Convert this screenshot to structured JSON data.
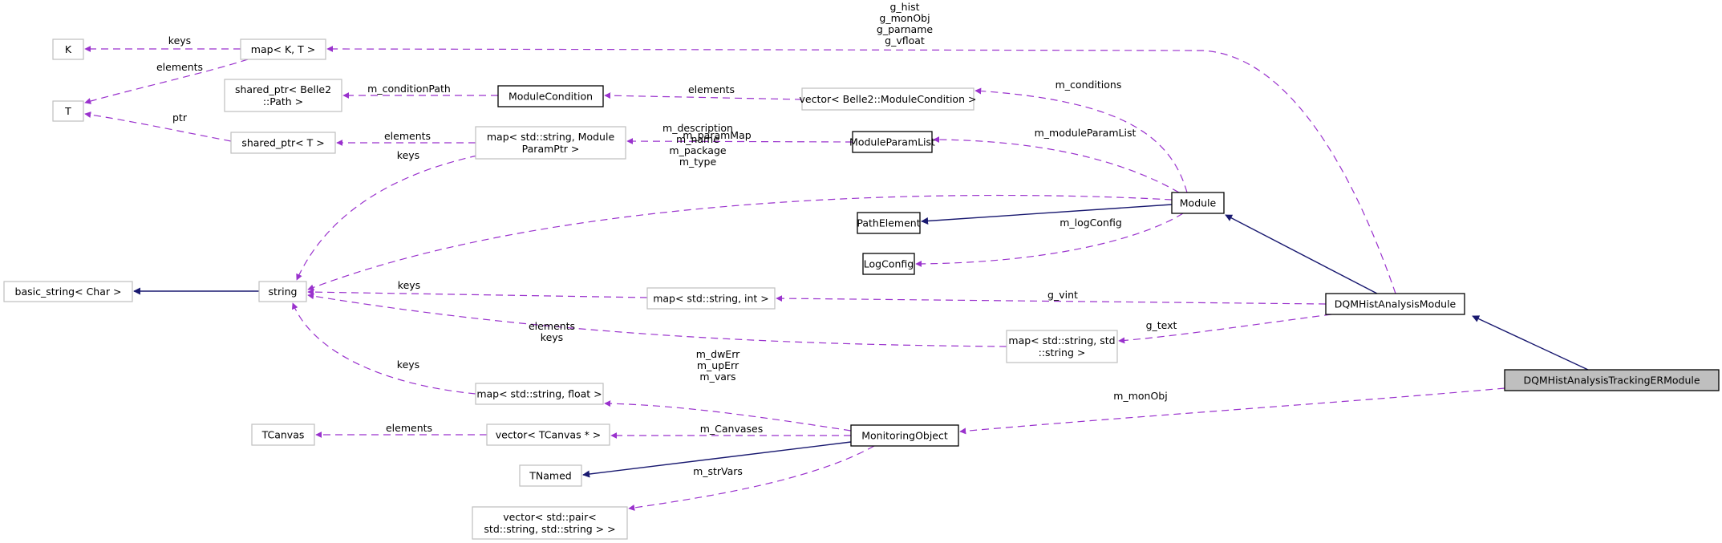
{
  "diagram": {
    "title": "Collaboration diagram for DQMHistAnalysisTrackingERModule",
    "colors": {
      "usage_edge": "#9a32cd",
      "inheritance_edge": "#191970",
      "focus_fill": "#bfbfbf",
      "documented_border": "#000000",
      "undocumented_border": "#bfbfbf"
    },
    "nodes": [
      {
        "id": "K",
        "lines": [
          "K"
        ],
        "style": "plain"
      },
      {
        "id": "T",
        "lines": [
          "T"
        ],
        "style": "plain"
      },
      {
        "id": "mapKT",
        "lines": [
          "map< K, T >"
        ],
        "style": "plain"
      },
      {
        "id": "sharedPath",
        "lines": [
          "shared_ptr< Belle2",
          "::Path >"
        ],
        "style": "plain"
      },
      {
        "id": "sharedT",
        "lines": [
          "shared_ptr< T >"
        ],
        "style": "plain"
      },
      {
        "id": "ModuleCondition",
        "lines": [
          "ModuleCondition"
        ],
        "style": "documented"
      },
      {
        "id": "mapParam",
        "lines": [
          "map< std::string, Module",
          "ParamPtr >"
        ],
        "style": "plain"
      },
      {
        "id": "vecCond",
        "lines": [
          "vector< Belle2::ModuleCondition >"
        ],
        "style": "plain"
      },
      {
        "id": "ModuleParamList",
        "lines": [
          "ModuleParamList"
        ],
        "style": "documented"
      },
      {
        "id": "Module",
        "lines": [
          "Module"
        ],
        "style": "documented"
      },
      {
        "id": "PathElement",
        "lines": [
          "PathElement"
        ],
        "style": "documented"
      },
      {
        "id": "LogConfig",
        "lines": [
          "LogConfig"
        ],
        "style": "documented"
      },
      {
        "id": "basicString",
        "lines": [
          "basic_string< Char >"
        ],
        "style": "plain"
      },
      {
        "id": "string",
        "lines": [
          "string"
        ],
        "style": "plain"
      },
      {
        "id": "mapInt",
        "lines": [
          "map< std::string, int >"
        ],
        "style": "plain"
      },
      {
        "id": "DQMHistAnalysisModule",
        "lines": [
          "DQMHistAnalysisModule"
        ],
        "style": "documented"
      },
      {
        "id": "mapStr",
        "lines": [
          "map< std::string, std",
          "::string >"
        ],
        "style": "plain"
      },
      {
        "id": "TrackingER",
        "lines": [
          "DQMHistAnalysisTrackingERModule"
        ],
        "style": "focus"
      },
      {
        "id": "mapFloat",
        "lines": [
          "map< std::string, float >"
        ],
        "style": "plain"
      },
      {
        "id": "TCanvas",
        "lines": [
          "TCanvas"
        ],
        "style": "plain"
      },
      {
        "id": "vecCanvas",
        "lines": [
          "vector< TCanvas * >"
        ],
        "style": "plain"
      },
      {
        "id": "MonitoringObject",
        "lines": [
          "MonitoringObject"
        ],
        "style": "documented"
      },
      {
        "id": "TNamed",
        "lines": [
          "TNamed"
        ],
        "style": "plain"
      },
      {
        "id": "vecPair",
        "lines": [
          "vector< std::pair<",
          "std::string, std::string > >"
        ],
        "style": "plain"
      }
    ],
    "edges": [
      {
        "from": "mapKT",
        "to": "K",
        "type": "usage",
        "label": [
          "keys"
        ]
      },
      {
        "from": "mapKT",
        "to": "T",
        "type": "usage",
        "label": [
          "elements"
        ]
      },
      {
        "from": "sharedT",
        "to": "T",
        "type": "usage",
        "label": [
          "ptr"
        ]
      },
      {
        "from": "ModuleCondition",
        "to": "sharedPath",
        "type": "usage",
        "label": [
          "m_conditionPath"
        ]
      },
      {
        "from": "mapParam",
        "to": "sharedT",
        "type": "usage",
        "label": [
          "elements"
        ]
      },
      {
        "from": "mapParam",
        "to": "string",
        "type": "usage",
        "label": [
          "keys"
        ]
      },
      {
        "from": "vecCond",
        "to": "ModuleCondition",
        "type": "usage",
        "label": [
          "elements"
        ]
      },
      {
        "from": "ModuleParamList",
        "to": "mapParam",
        "type": "usage",
        "label": [
          "m_paramMap"
        ]
      },
      {
        "from": "Module",
        "to": "vecCond",
        "type": "usage",
        "label": [
          "m_conditions"
        ]
      },
      {
        "from": "Module",
        "to": "ModuleParamList",
        "type": "usage",
        "label": [
          "m_moduleParamList"
        ]
      },
      {
        "from": "Module",
        "to": "string",
        "type": "usage",
        "label": [
          "m_description",
          "m_name",
          "m_package",
          "m_type"
        ]
      },
      {
        "from": "Module",
        "to": "PathElement",
        "type": "inheritance",
        "label": []
      },
      {
        "from": "Module",
        "to": "LogConfig",
        "type": "usage",
        "label": [
          "m_logConfig"
        ]
      },
      {
        "from": "DQMHistAnalysisModule",
        "to": "mapKT",
        "type": "usage",
        "label": [
          "g_hist",
          "g_monObj",
          "g_parname",
          "g_vfloat"
        ]
      },
      {
        "from": "DQMHistAnalysisModule",
        "to": "Module",
        "type": "inheritance",
        "label": []
      },
      {
        "from": "DQMHistAnalysisModule",
        "to": "mapInt",
        "type": "usage",
        "label": [
          "g_vint"
        ]
      },
      {
        "from": "DQMHistAnalysisModule",
        "to": "mapStr",
        "type": "usage",
        "label": [
          "g_text"
        ]
      },
      {
        "from": "string",
        "to": "basicString",
        "type": "inheritance",
        "label": []
      },
      {
        "from": "mapInt",
        "to": "string",
        "type": "usage",
        "label": [
          "keys"
        ]
      },
      {
        "from": "mapStr",
        "to": "string",
        "type": "usage",
        "label": [
          "elements",
          "keys"
        ]
      },
      {
        "from": "mapFloat",
        "to": "string",
        "type": "usage",
        "label": [
          "keys"
        ]
      },
      {
        "from": "TrackingER",
        "to": "DQMHistAnalysisModule",
        "type": "inheritance",
        "label": []
      },
      {
        "from": "TrackingER",
        "to": "MonitoringObject",
        "type": "usage",
        "label": [
          "m_monObj"
        ]
      },
      {
        "from": "MonitoringObject",
        "to": "mapFloat",
        "type": "usage",
        "label": [
          "m_dwErr",
          "m_upErr",
          "m_vars"
        ]
      },
      {
        "from": "MonitoringObject",
        "to": "vecCanvas",
        "type": "usage",
        "label": [
          "m_Canvases"
        ]
      },
      {
        "from": "vecCanvas",
        "to": "TCanvas",
        "type": "usage",
        "label": [
          "elements"
        ]
      },
      {
        "from": "MonitoringObject",
        "to": "TNamed",
        "type": "inheritance",
        "label": []
      },
      {
        "from": "MonitoringObject",
        "to": "vecPair",
        "type": "usage",
        "label": [
          "m_strVars"
        ]
      }
    ]
  }
}
